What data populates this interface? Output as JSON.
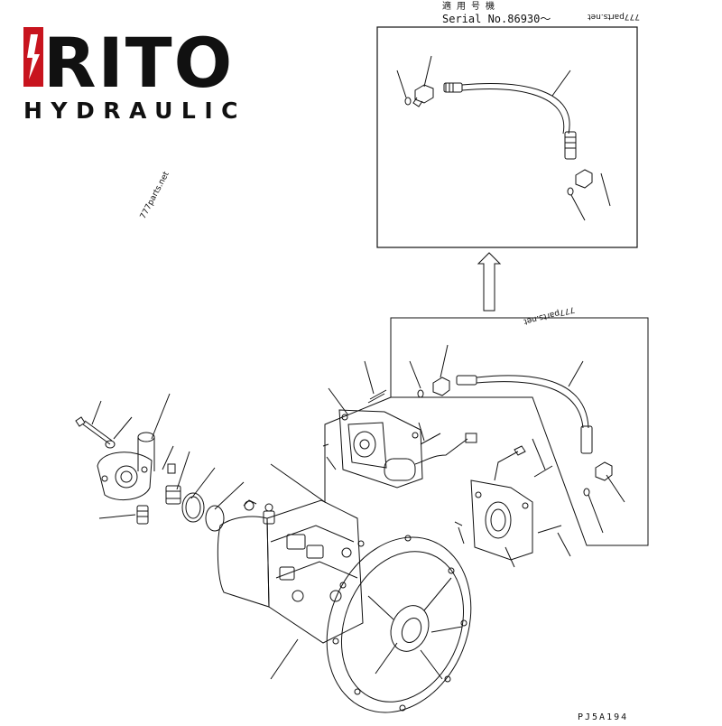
{
  "logo": {
    "name": "RITO",
    "sub": "HYDRAULIC",
    "accent_color": "#c8141e",
    "ink_color": "#111111"
  },
  "inset": {
    "applicability_label": "適 用 号 機",
    "serial_label": "Serial No.86930～"
  },
  "watermarks": [
    "777parts.net",
    "777parts.net",
    "777parts.net"
  ],
  "drawing_code": "PJ5A194"
}
